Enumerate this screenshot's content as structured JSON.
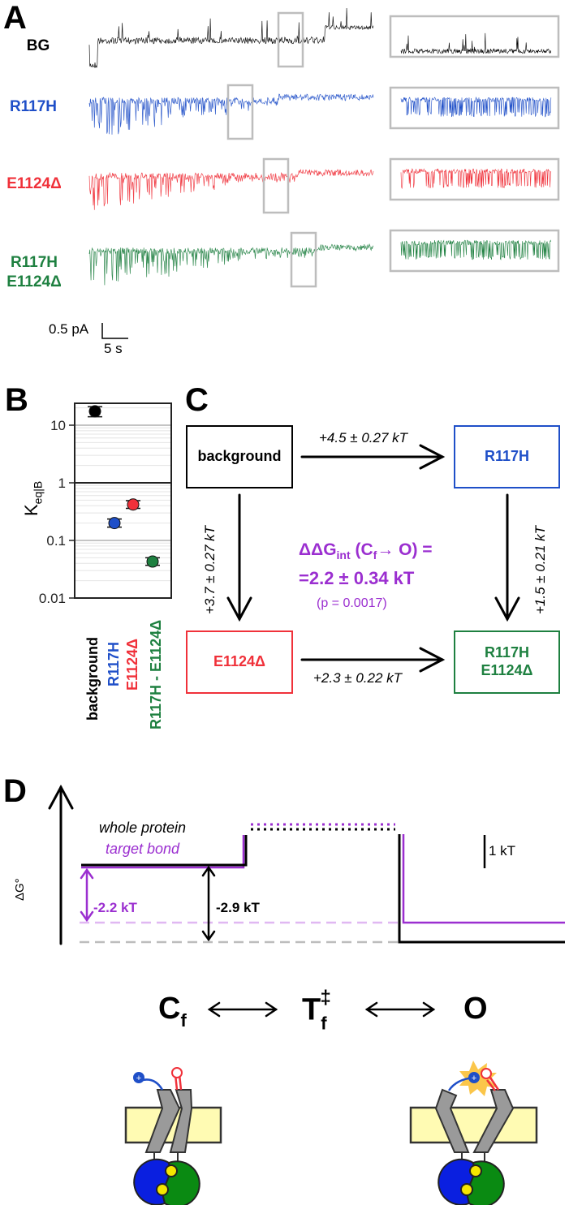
{
  "panels": {
    "A": {
      "letter": "A",
      "traces": [
        {
          "label_lines": [
            "BG"
          ],
          "color": "#000000"
        },
        {
          "label_lines": [
            "R117H"
          ],
          "color": "#1f4fc8"
        },
        {
          "label_lines": [
            "E1124Δ"
          ],
          "color": "#f0313a"
        },
        {
          "label_lines": [
            "R117H",
            "E1124Δ"
          ],
          "color": "#1e8040"
        }
      ],
      "scalebar": {
        "current": "0.5 pA",
        "time": "5 s"
      },
      "zoom_box_color": "#bdbdbd"
    },
    "B": {
      "letter": "B"
    },
    "C": {
      "letter": "C",
      "boxes": {
        "background": {
          "label": "background",
          "color": "#000000"
        },
        "r117h": {
          "label": "R117H",
          "color": "#1f4fc8"
        },
        "e1124": {
          "label": "E1124Δ",
          "color": "#f0313a"
        },
        "double": {
          "label_lines": [
            "R117H",
            "E1124Δ"
          ],
          "color": "#1e8040"
        }
      },
      "arrows": {
        "top": "+4.5 ± 0.27 kT",
        "left": "+3.7 ± 0.27 kT",
        "right": "+1.5 ± 0.21 kT",
        "bottom": "+2.3 ± 0.22 kT"
      },
      "interaction": {
        "line1_prefix": "ΔΔG",
        "line1_sub": "int",
        "line1_mid": " (C",
        "line1_sub2": "f",
        "line1_arrow": "→",
        "line1_suffix": " O) =",
        "line2": "=2.2 ± 0.34 kT",
        "pvalue": "(p = 0.0017)",
        "color": "#9b2fd0"
      }
    },
    "D": {
      "letter": "D",
      "y_axis_label": "ΔG°",
      "legend": {
        "whole_protein": "whole protein",
        "target_bond": "target bond"
      },
      "colors": {
        "whole_protein": "#000000",
        "target_bond": "#9b2fd0",
        "target_dashed": "#e0b8f2",
        "whole_dashed": "#bdbdbd"
      },
      "annotations": {
        "target_bond_delta": "-2.2 kT",
        "whole_protein_delta": "-2.9 kT",
        "scale": "1 kT"
      },
      "states": {
        "cf": {
          "main": "C",
          "sub": "f"
        },
        "tf": {
          "main": "T",
          "sub": "f",
          "sup": "‡"
        },
        "o": {
          "main": "O"
        }
      },
      "energy_values_kT": {
        "whole_protein": -2.9,
        "target_bond": -2.2
      }
    }
  },
  "chart_data": {
    "type": "scatter",
    "title": "",
    "xlabel": "",
    "ylabel": "K_eq|B",
    "ylabel_main": "K",
    "ylabel_sub": "eq|B",
    "yscale": "log",
    "ylim": [
      0.01,
      25
    ],
    "yticks": [
      0.01,
      0.1,
      1,
      10
    ],
    "ytick_labels": [
      "0.01",
      "0.1",
      "1",
      "10"
    ],
    "grid": true,
    "categories": [
      "background",
      "R117H",
      "E1124Δ",
      "R117H - E1124Δ"
    ],
    "category_colors": [
      "#000000",
      "#1f4fc8",
      "#f0313a",
      "#1e8040"
    ],
    "values": [
      17.4,
      0.2,
      0.42,
      0.043
    ],
    "errors_low": [
      14.0,
      0.17,
      0.36,
      0.037
    ],
    "errors_high": [
      21.0,
      0.235,
      0.49,
      0.05
    ]
  }
}
